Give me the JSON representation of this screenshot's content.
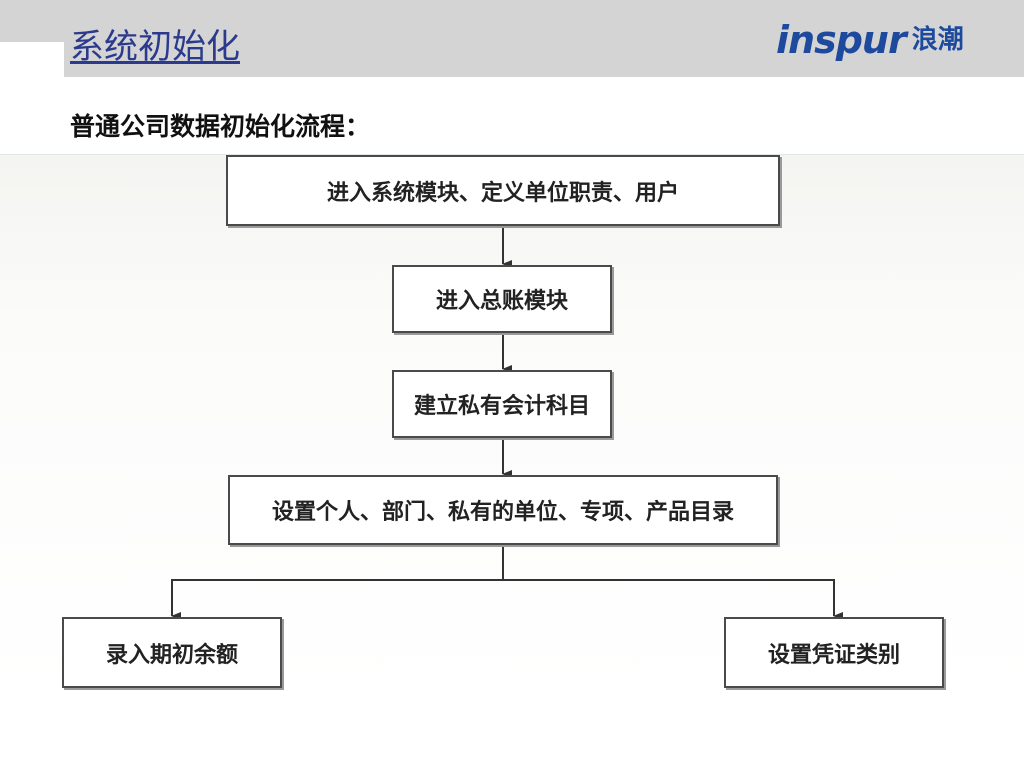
{
  "slide": {
    "title": "系统初始化",
    "subtitle": "普通公司数据初始化流程："
  },
  "logo": {
    "wordmark": "inspur",
    "chinese": "浪潮",
    "color": "#1e4a9e"
  },
  "flowchart": {
    "nodes": [
      {
        "id": "n1",
        "label": "进入系统模块、定义单位职责、用户"
      },
      {
        "id": "n2",
        "label": "进入总账模块"
      },
      {
        "id": "n3",
        "label": "建立私有会计科目"
      },
      {
        "id": "n4",
        "label": "设置个人、部门、私有的单位、专项、产品目录"
      },
      {
        "id": "n5",
        "label": "录入期初余额"
      },
      {
        "id": "n6",
        "label": "设置凭证类别"
      }
    ],
    "edges": [
      {
        "from": "n1",
        "to": "n2"
      },
      {
        "from": "n2",
        "to": "n3"
      },
      {
        "from": "n3",
        "to": "n4"
      },
      {
        "from": "n4",
        "to": "n5"
      },
      {
        "from": "n4",
        "to": "n6"
      }
    ]
  }
}
